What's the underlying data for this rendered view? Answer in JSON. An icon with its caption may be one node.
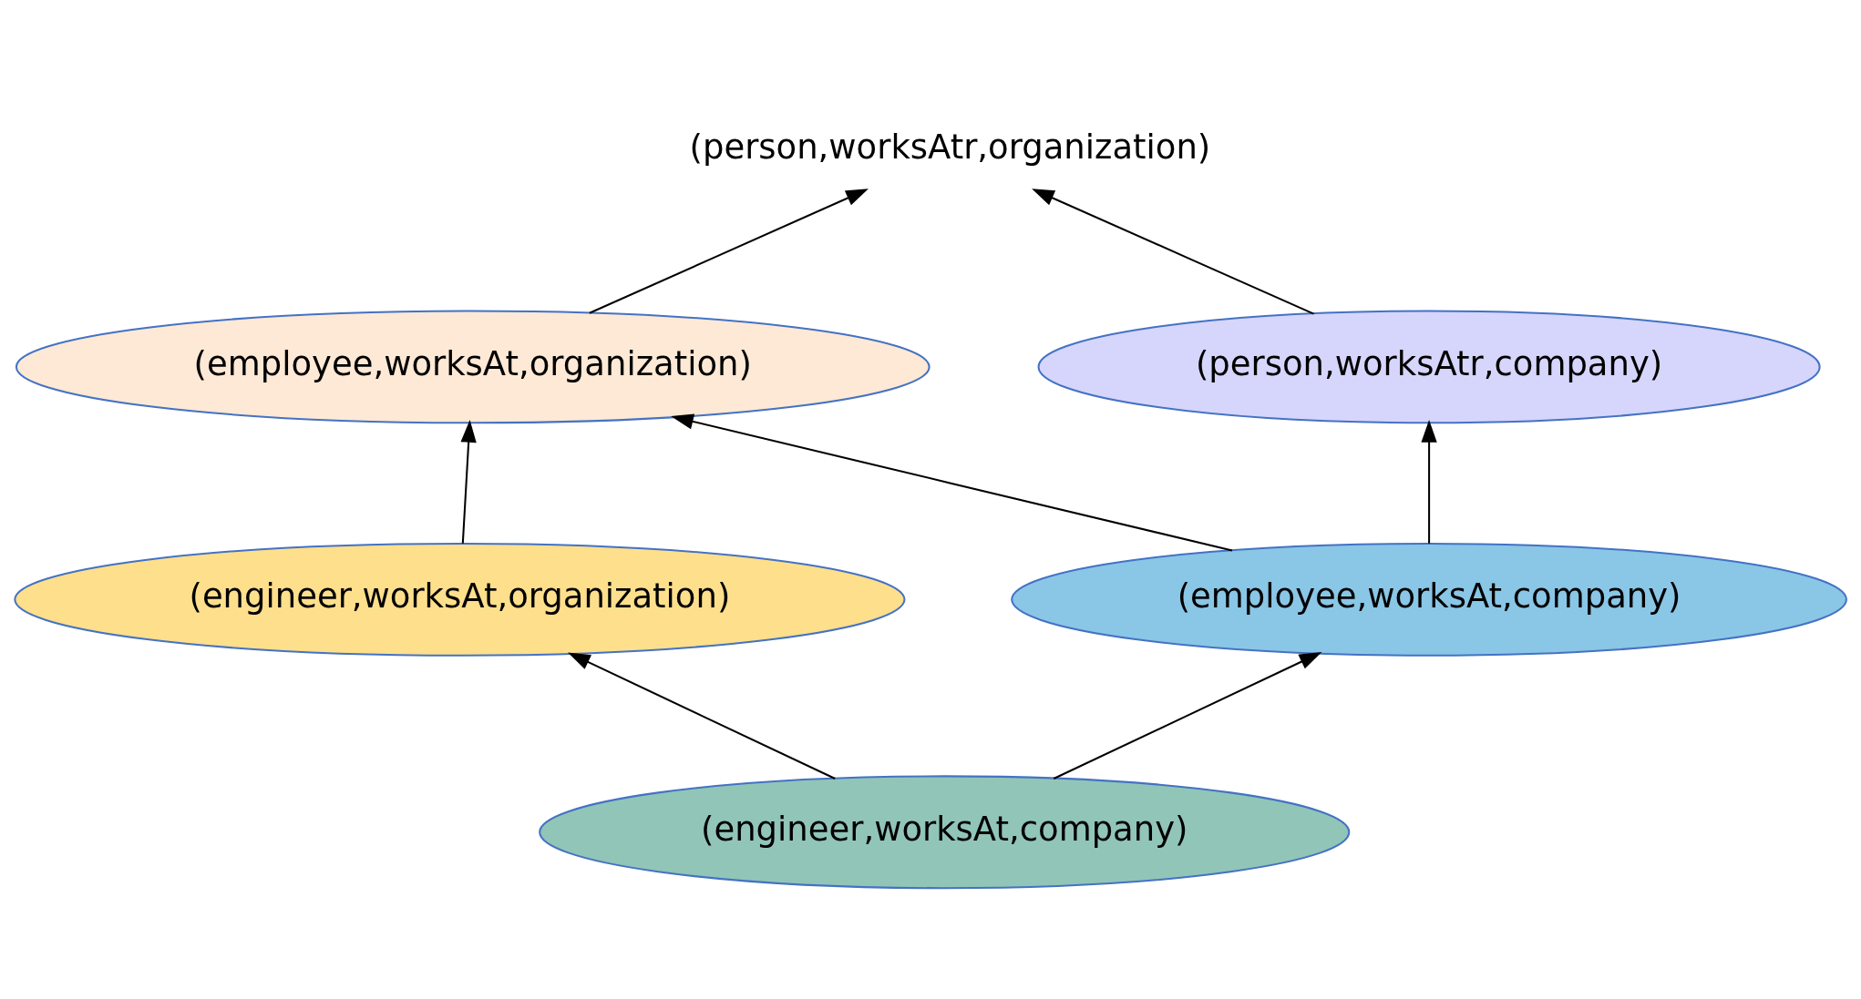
{
  "diagram": {
    "nodes": [
      {
        "text": [
          "(person,worksAtr,organization)"
        ]
      },
      {
        "text": [
          "(employee,worksAt,organization)"
        ]
      },
      {
        "text": [
          "(person,worksAtr,company)"
        ]
      },
      {
        "text": [
          "(engineer,worksAt,organization)"
        ]
      },
      {
        "text": [
          "(employee,worksAt,company)"
        ]
      },
      {
        "text": [
          "(engineer,worksAt,company)"
        ]
      }
    ],
    "edges": [
      {
        "from": 1,
        "to": 0,
        "arrow": "to"
      },
      {
        "from": 2,
        "to": 0,
        "arrow": "to"
      },
      {
        "from": 3,
        "to": 1,
        "arrow": "to"
      },
      {
        "from": 4,
        "to": 1,
        "arrow": "to"
      },
      {
        "from": 4,
        "to": 2,
        "arrow": "to"
      },
      {
        "from": 5,
        "to": 3,
        "arrow": "to"
      },
      {
        "from": 5,
        "to": 4,
        "arrow": "to"
      }
    ]
  }
}
